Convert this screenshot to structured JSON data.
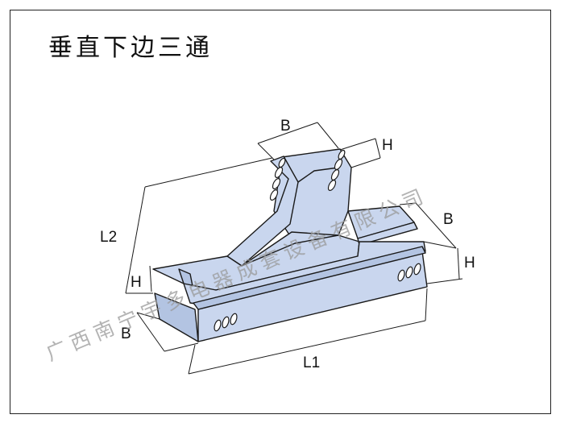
{
  "title": "垂直下边三通",
  "watermark": "广西南宁宇多电器成套设备有限公司",
  "dimensions": {
    "b_top": "B",
    "h_top": "H",
    "b_right": "B",
    "h_right": "H",
    "l2": "L2",
    "h_left": "H",
    "b_left": "B",
    "l1": "L1"
  },
  "colors": {
    "fill": "#c9d6ee",
    "fill_dark": "#b3c4e2",
    "stroke": "#1a1a1a",
    "slot": "#ffffff"
  }
}
